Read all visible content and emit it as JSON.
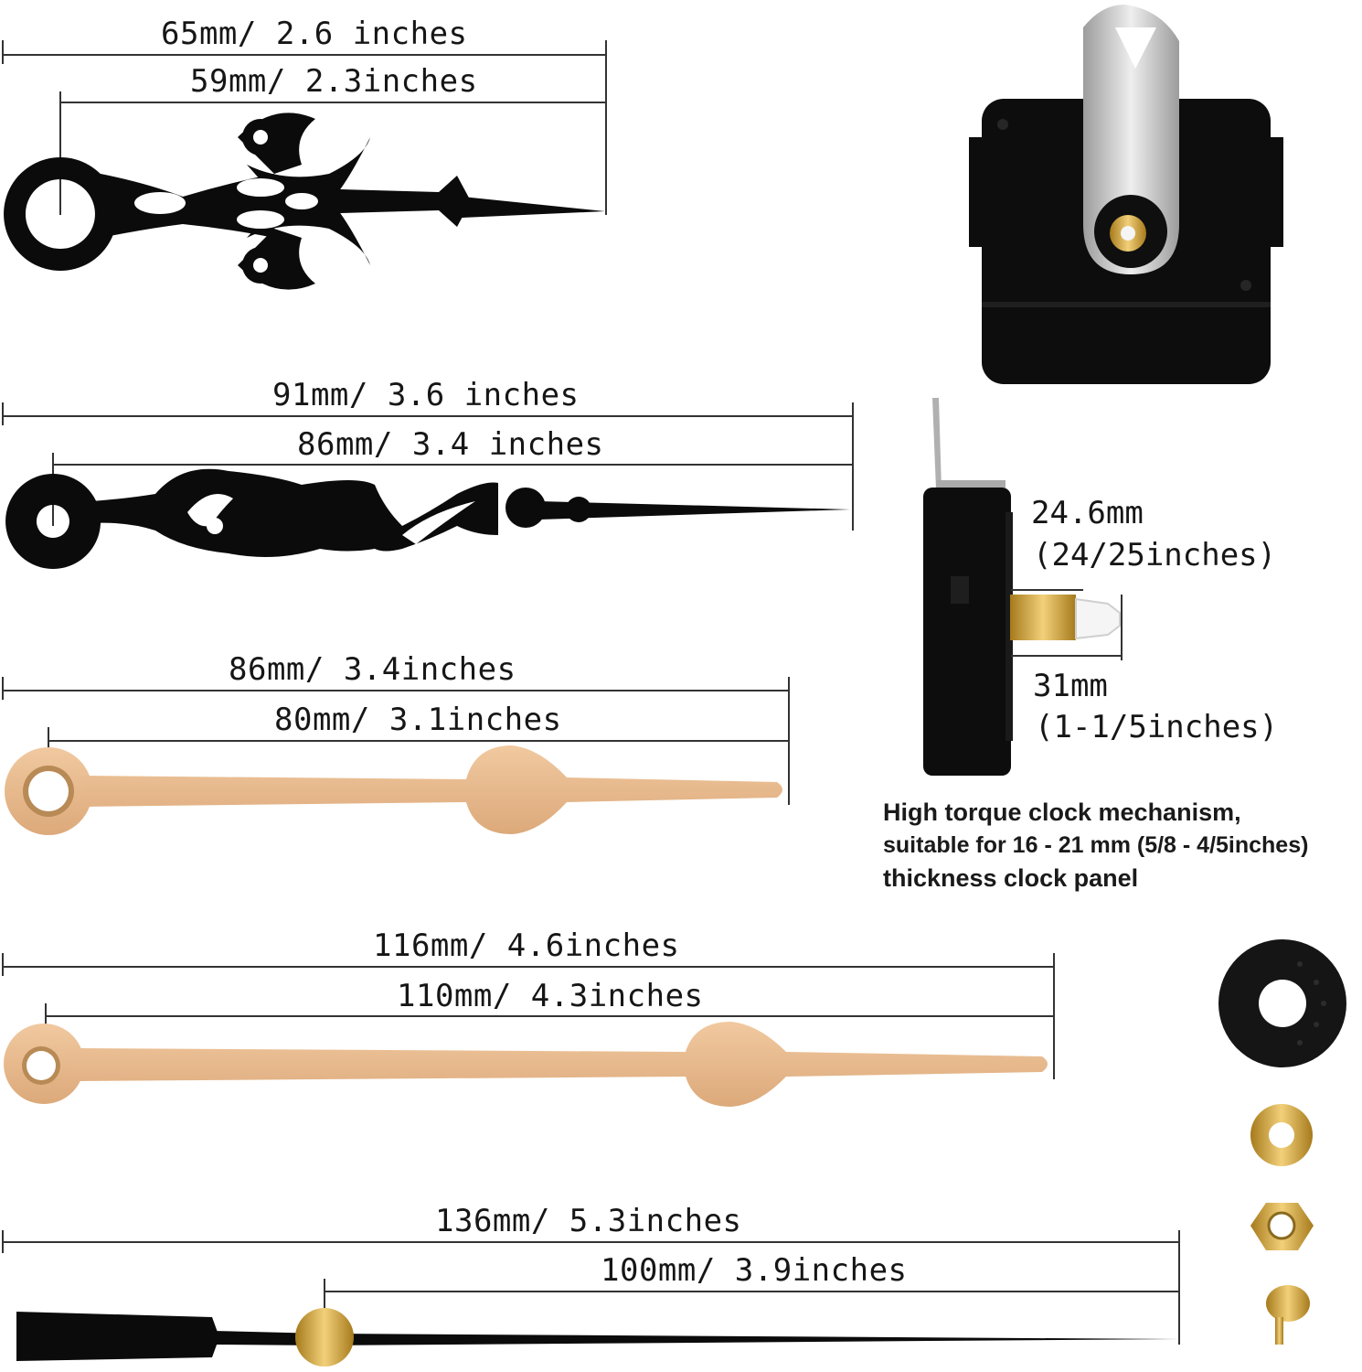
{
  "hands": [
    {
      "name": "ornate-hour-hand",
      "color": "#0b0b0b",
      "total_label": "65mm/ 2.6 inches",
      "center_label": "59mm/ 2.3inches"
    },
    {
      "name": "ornate-minute-hand",
      "color": "#0b0b0b",
      "total_label": "91mm/ 3.6 inches",
      "center_label": "86mm/ 3.4 inches"
    },
    {
      "name": "gold-hour-hand",
      "color": "#e8b98c",
      "total_label": "86mm/ 3.4inches",
      "center_label": "80mm/ 3.1inches"
    },
    {
      "name": "gold-minute-hand",
      "color": "#e8b98c",
      "total_label": "116mm/ 4.6inches",
      "center_label": "110mm/ 4.3inches"
    },
    {
      "name": "second-hand",
      "color": "#0b0b0b",
      "total_label": "136mm/ 5.3inches",
      "center_label": "100mm/ 3.9inches"
    }
  ],
  "movement": {
    "body_color": "#0d0d0d",
    "hanger_color": "#c9c9c9",
    "depth_label": "24.6mm",
    "depth_label_inches": "(24/25inches)",
    "shaft_label": "31mm",
    "shaft_label_inches": "(1-1/5inches)",
    "caption_line1": "High torque clock mechanism,",
    "caption_line2": "suitable for 16 - 21 mm (5/8 - 4/5inches)",
    "caption_line3": "thickness clock panel"
  },
  "accessories": {
    "rubber_washer_color": "#151515",
    "brass_color": "#d4a23a"
  }
}
